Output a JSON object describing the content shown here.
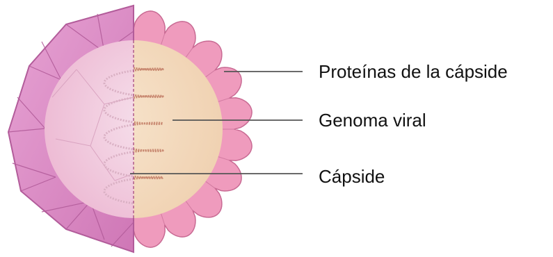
{
  "diagram": {
    "labels": {
      "capsid_proteins": "Proteínas de la cápside",
      "viral_genome": "Genoma viral",
      "capsid": "Cápside"
    }
  },
  "colors": {
    "shell_left": "#dc8cc7",
    "shell_edge": "#b25c9a",
    "scallop_fill": "#ef9bbd",
    "scallop_edge": "#c86a93",
    "inner_left": "#f3cfe0",
    "inner_right": "#f4dcc1",
    "genome": "#c98a72",
    "leader": "#555555"
  }
}
